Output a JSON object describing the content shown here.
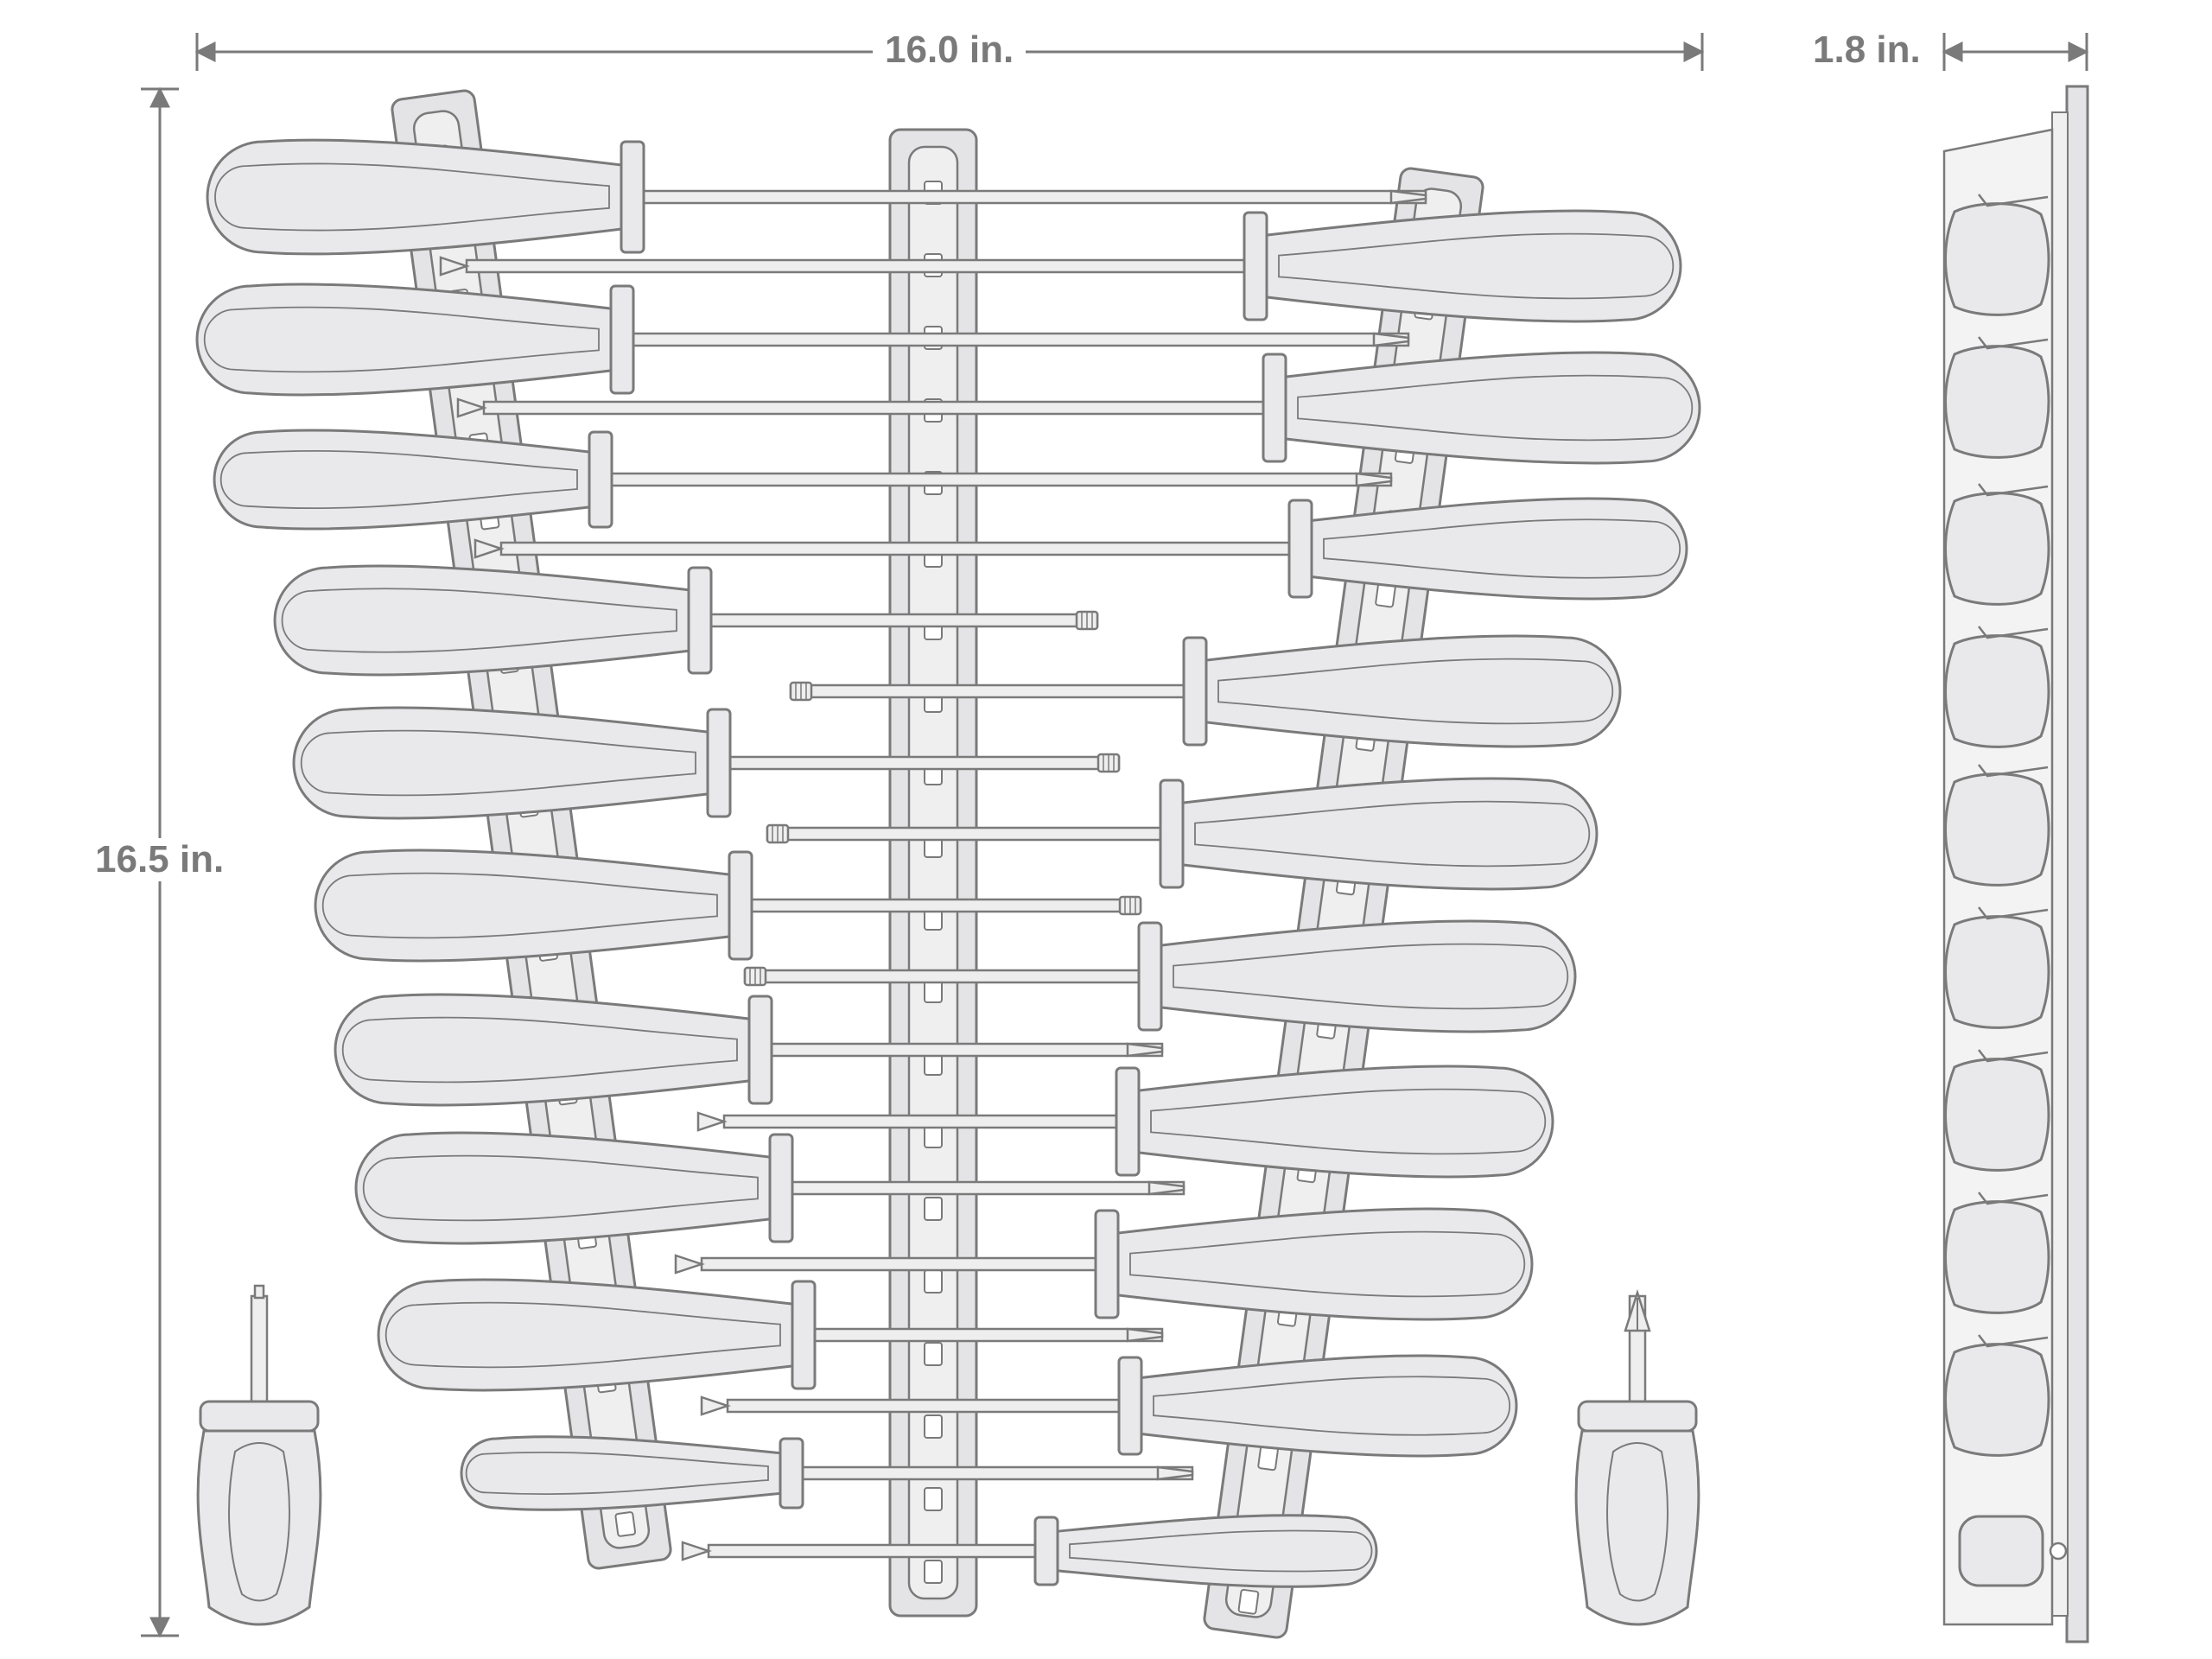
{
  "dimensions": {
    "width_label": "16.0 in.",
    "height_label": "16.5 in.",
    "depth_label": "1.8 in."
  },
  "colors": {
    "line": "#7a7a7a",
    "handle_fill": "#e9e9eb",
    "rail_fill": "#e4e4e6",
    "shaft_fill": "#eeeeef",
    "label": "#7a7a7a"
  },
  "tips": {
    "left": [
      "slotted",
      "slotted",
      "slotted",
      "torx",
      "torx",
      "torx",
      "slotted",
      "slotted",
      "slotted",
      "slotted"
    ],
    "right": [
      "phillips",
      "phillips",
      "phillips",
      "torx",
      "torx",
      "torx",
      "phillips",
      "phillips",
      "phillips",
      "phillips"
    ],
    "stubby": [
      "slotted",
      "phillips"
    ]
  }
}
